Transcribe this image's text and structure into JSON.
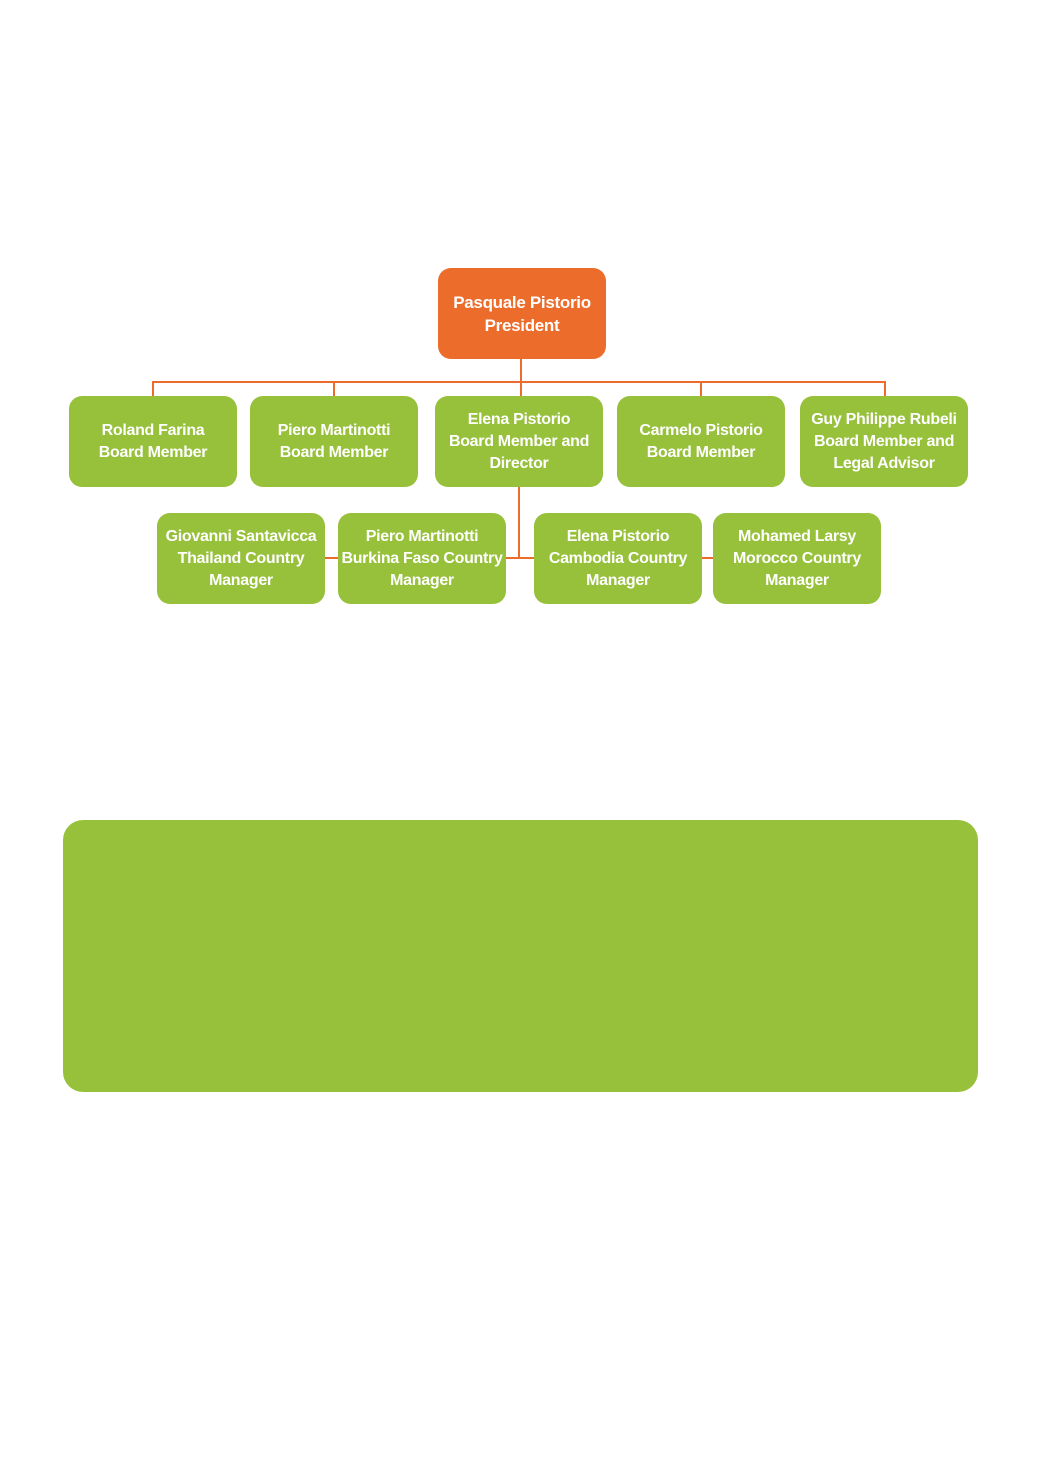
{
  "colors": {
    "root_fill": "#ec6c2c",
    "node_fill": "#97c03b",
    "connector": "#ec6c2c",
    "text": "#ffffff",
    "panel_fill": "#97c03b"
  },
  "org_chart": {
    "root": {
      "name": "Pasquale Pistorio",
      "role": "President"
    },
    "board": [
      {
        "name": "Roland Farina",
        "role": "Board Member"
      },
      {
        "name": "Piero Martinotti",
        "role": "Board Member"
      },
      {
        "name": "Elena Pistorio",
        "role": "Board Member and",
        "role2": "Director"
      },
      {
        "name": "Carmelo Pistorio",
        "role": "Board Member"
      },
      {
        "name": "Guy Philippe Rubeli",
        "role": "Board Member and",
        "role2": "Legal Advisor"
      }
    ],
    "country_managers": [
      {
        "name": "Giovanni Santavicca",
        "role": "Thailand Country",
        "role2": "Manager"
      },
      {
        "name": "Piero Martinotti",
        "role": "Burkina Faso Country",
        "role2": "Manager"
      },
      {
        "name": "Elena Pistorio",
        "role": "Cambodia Country",
        "role2": "Manager"
      },
      {
        "name": "Mohamed Larsy",
        "role": "Morocco Country",
        "role2": "Manager"
      }
    ]
  }
}
